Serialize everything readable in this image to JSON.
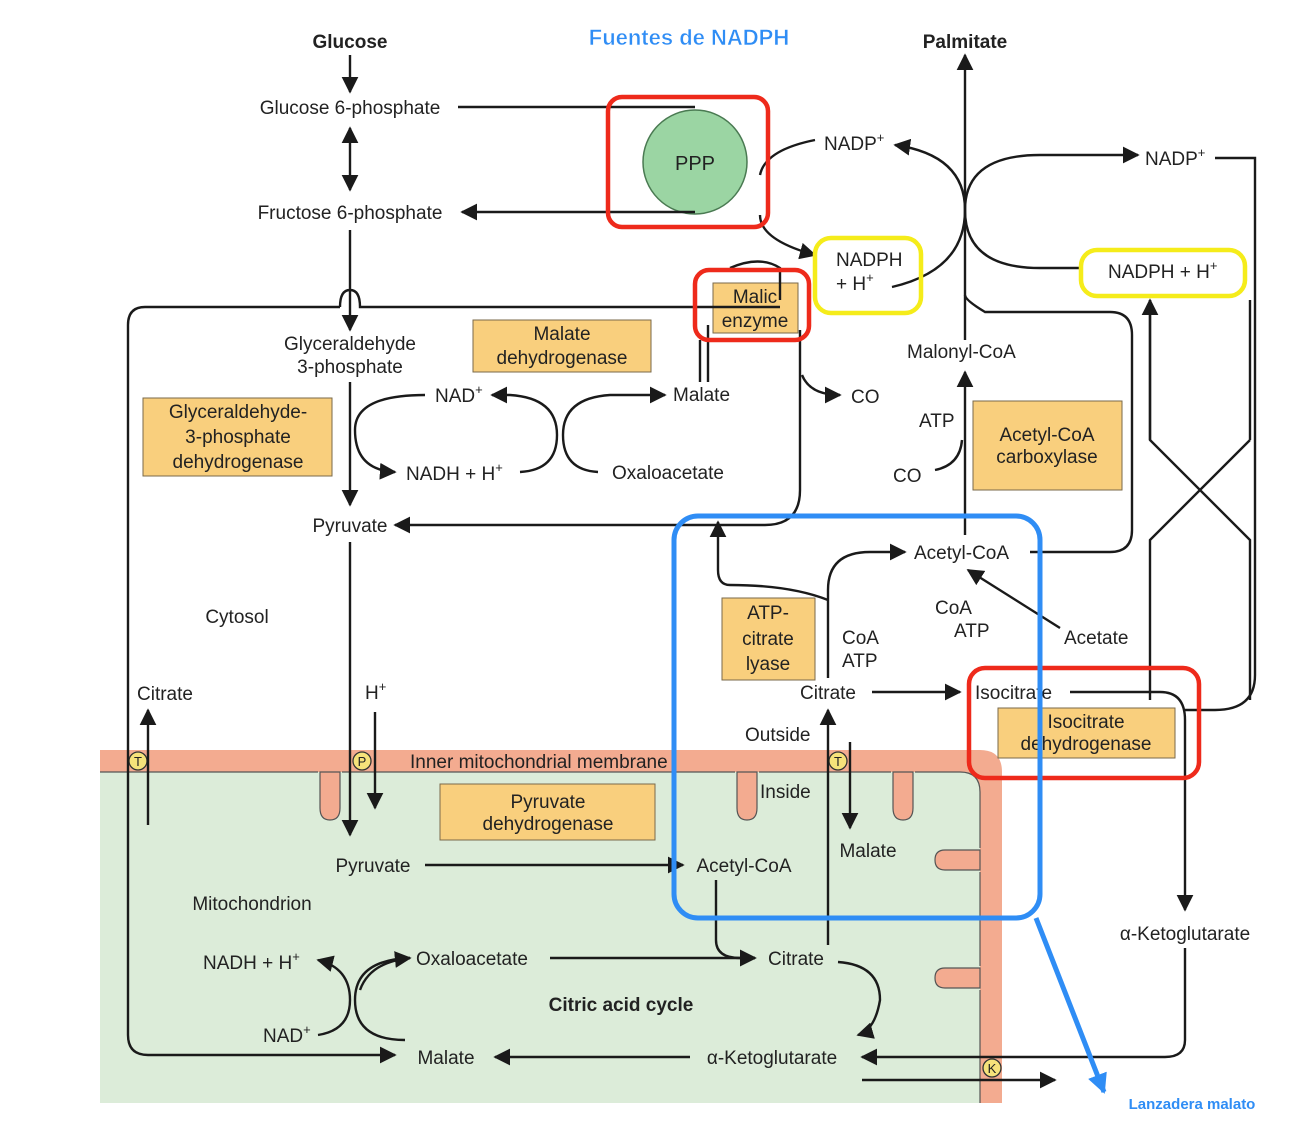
{
  "title": "Fuentes de NADPH",
  "callout": "Lanzadera malato",
  "colors": {
    "title_blue": "#2f8df5",
    "annot_red": "#ee2a1b",
    "annot_yellow": "#f5ec1a",
    "annot_blue": "#2f8df5",
    "enzyme_fill": "#f9cf7d",
    "membrane": "#f3ab90",
    "matrix": "#dcecd9",
    "ppp_fill": "#9bd5a3"
  },
  "cytosol": {
    "glucose": "Glucose",
    "g6p": "Glucose 6-phosphate",
    "f6p": "Fructose 6-phosphate",
    "gap_1": "Glyceraldehyde",
    "gap_2": "3-phosphate",
    "nad": "NAD",
    "nadh": "NADH + H",
    "malate": "Malate",
    "oxaloacetate": "Oxaloacetate",
    "pyruvate": "Pyruvate",
    "co_malic": "CO",
    "cytosol_label": "Cytosol",
    "citrate_left": "Citrate",
    "hplus": "H",
    "citrate": "Citrate",
    "coa": "CoA",
    "atp": "ATP",
    "acetyl_coa": "Acetyl-CoA",
    "coa2": "CoA",
    "atp2": "ATP",
    "acetate": "Acetate",
    "isocitrate": "Isocitrate",
    "malonyl_coa": "Malonyl-CoA",
    "atp_acc": "ATP",
    "co_acc": "CO",
    "palmitate": "Palmitate",
    "nadp_1": "NADP",
    "nadph_1a": "NADPH",
    "nadph_1b": "+ H",
    "nadp_2": "NADP",
    "nadph_2": "NADPH + H",
    "ppp": "PPP",
    "alpha_kg": "α-Ketoglutarate",
    "outside": "Outside",
    "inside": "Inside"
  },
  "membrane": {
    "label": "Inner mitochondrial membrane",
    "transporter_t": "T",
    "transporter_p": "P",
    "transporter_k": "K"
  },
  "mito": {
    "pyruvate": "Pyruvate",
    "acetyl_coa": "Acetyl-CoA",
    "malate_top": "Malate",
    "mitochondrion": "Mitochondrion",
    "nadh": "NADH + H",
    "oxaloacetate": "Oxaloacetate",
    "citrate": "Citrate",
    "cycle": "Citric acid cycle",
    "nad": "NAD",
    "malate": "Malate",
    "alpha_kg": "α-Ketoglutarate"
  },
  "enzymes": {
    "malic_1": "Malic",
    "malic_2": "enzyme",
    "mdh_1": "Malate",
    "mdh_2": "dehydrogenase",
    "gapdh_1": "Glyceraldehyde-",
    "gapdh_2": "3-phosphate",
    "gapdh_3": "dehydrogenase",
    "acc_1": "Acetyl-CoA",
    "acc_2": "carboxylase",
    "acl_1": "ATP-",
    "acl_2": "citrate",
    "acl_3": "lyase",
    "idh_1": "Isocitrate",
    "idh_2": "dehydrogenase",
    "pdh_1": "Pyruvate",
    "pdh_2": "dehydrogenase"
  },
  "superscripts": {
    "plus": "+"
  }
}
